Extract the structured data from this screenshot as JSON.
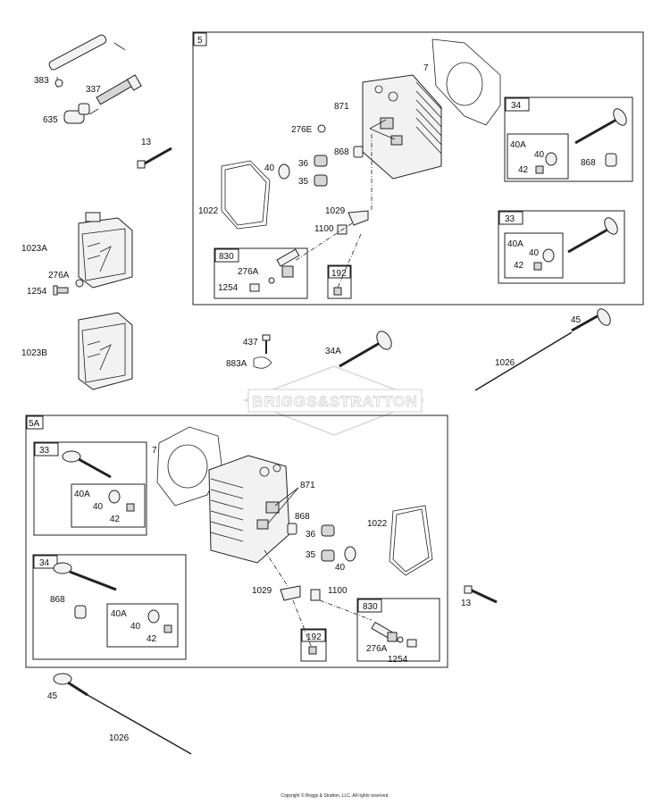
{
  "watermark": {
    "brand_text": "BRIGGS&STRATTON"
  },
  "copyright": "Copyright © Briggs & Stratton, LLC. All rights reserved.",
  "groups": {
    "g5": "5",
    "g5a": "5A",
    "g34": "34",
    "g33": "33",
    "g830": "830",
    "g192": "192",
    "g33b": "33",
    "g34b": "34",
    "g830b": "830",
    "g192b": "192"
  },
  "labels": {
    "p383": "383",
    "p337": "337",
    "p635": "635",
    "p13": "13",
    "p1023a": "1023A",
    "p276a": "276A",
    "p1254": "1254",
    "p1023b": "1023B",
    "p437": "437",
    "p883a": "883A",
    "p34a": "34A",
    "p45": "45",
    "p1026": "1026",
    "p7": "7",
    "p871": "871",
    "p276e": "276E",
    "p40": "40",
    "p36": "36",
    "p35": "35",
    "p868": "868",
    "p1022": "1022",
    "p1029": "1029",
    "p1100": "1100",
    "p830_276a": "276A",
    "p830_1254": "1254",
    "p34_40a": "40A",
    "p34_40": "40",
    "p34_42": "42",
    "p34_868": "868",
    "p33_40a": "40A",
    "p33_40": "40",
    "p33_42": "42",
    "b33_40a": "40A",
    "b33_40": "40",
    "b33_42": "42",
    "b7": "7",
    "b871": "871",
    "b868": "868",
    "b36": "36",
    "b35": "35",
    "b40": "40",
    "b1022": "1022",
    "b34_868": "868",
    "b34_40a": "40A",
    "b34_40": "40",
    "b34_42": "42",
    "b1029": "1029",
    "b1100": "1100",
    "b830_276a": "276A",
    "b830_1254": "1254",
    "r13": "13",
    "b45": "45",
    "b1026": "1026"
  }
}
